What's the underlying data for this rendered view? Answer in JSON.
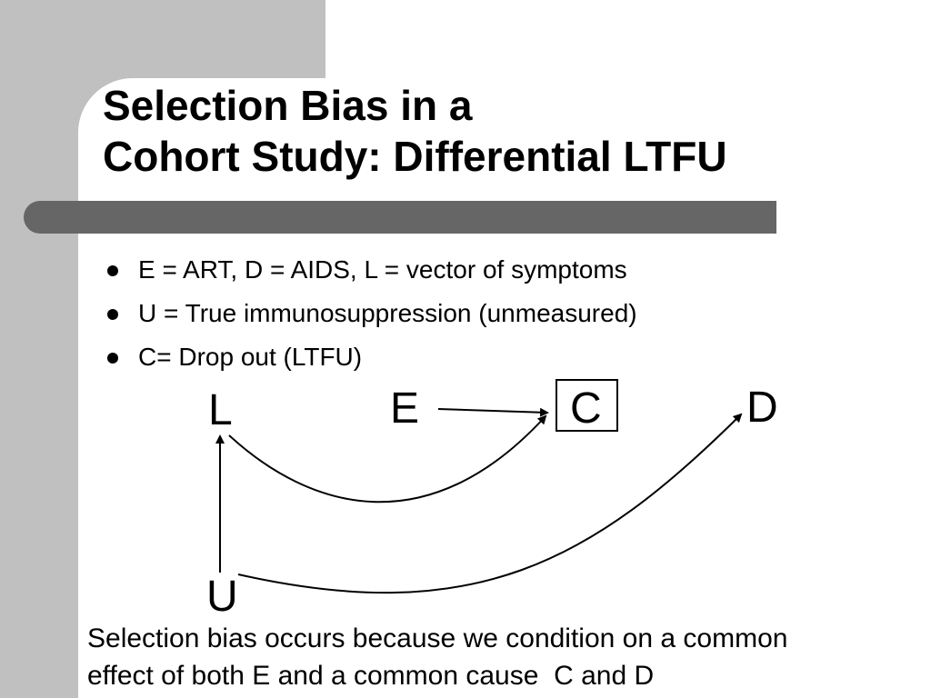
{
  "slide": {
    "title_line1": "Selection Bias in a",
    "title_line2": "Cohort Study: Differential LTFU",
    "bullets": [
      "E = ART, D = AIDS, L = vector of symptoms",
      "U = True immunosuppression (unmeasured)",
      "C= Drop out (LTFU)"
    ],
    "caption_line1": "Selection bias occurs because we condition on a common",
    "caption_line2": "effect of both E and a common cause  C and D"
  },
  "diagram": {
    "nodes": {
      "L": "L",
      "E": "E",
      "C": "C",
      "D": "D",
      "U": "U"
    },
    "edges": [
      {
        "from": "E",
        "to": "C"
      },
      {
        "from": "L",
        "to": "C"
      },
      {
        "from": "U",
        "to": "L"
      },
      {
        "from": "U",
        "to": "D"
      }
    ],
    "conditioned_node": "C"
  },
  "colors": {
    "background": "#ffffff",
    "band": "#c0c0c0",
    "title_rule": "#666666",
    "ink": "#000000"
  }
}
